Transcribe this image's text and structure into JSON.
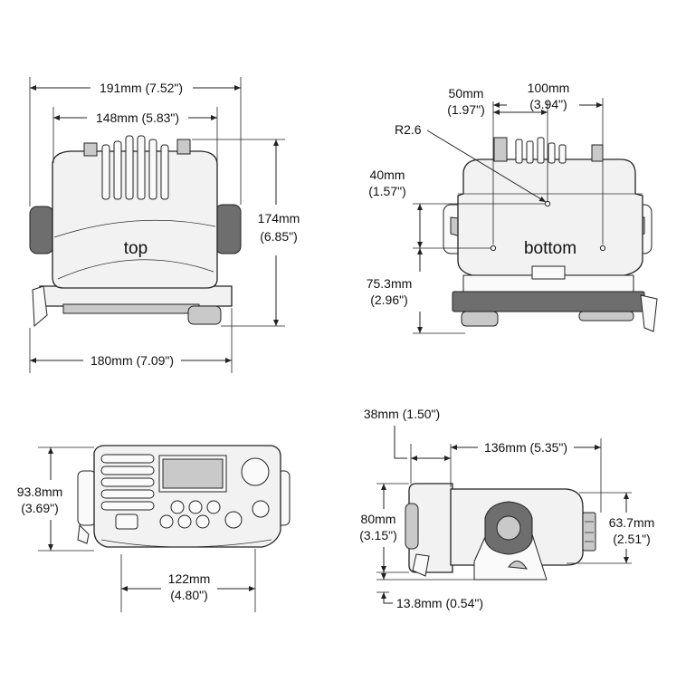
{
  "views": {
    "top": "top",
    "bottom": "bottom"
  },
  "dimensions": {
    "top_width_outer": "191mm (7.52\")",
    "top_width_inner": "148mm (5.83\")",
    "top_height": [
      "174mm",
      "(6.85\")"
    ],
    "top_base_width": "180mm (7.09\")",
    "bottom_offset_50": [
      "50mm",
      "(1.97\")"
    ],
    "bottom_spacing_100": [
      "100mm",
      "(3.94\")"
    ],
    "bottom_radius": "R2.6",
    "bottom_offset_40": [
      "40mm",
      "(1.57\")"
    ],
    "bottom_offset_75": [
      "75.3mm",
      "(2.96\")"
    ],
    "front_height": [
      "93.8mm",
      "(3.69\")"
    ],
    "front_width": [
      "122mm",
      "(4.80\")"
    ],
    "side_offset_38": "38mm (1.50\")",
    "side_depth_136": "136mm (5.35\")",
    "side_height_80": [
      "80mm",
      "(3.15\")"
    ],
    "side_height_63": [
      "63.7mm",
      "(2.51\")"
    ],
    "side_offset_13": "13.8mm (0.54\")"
  }
}
